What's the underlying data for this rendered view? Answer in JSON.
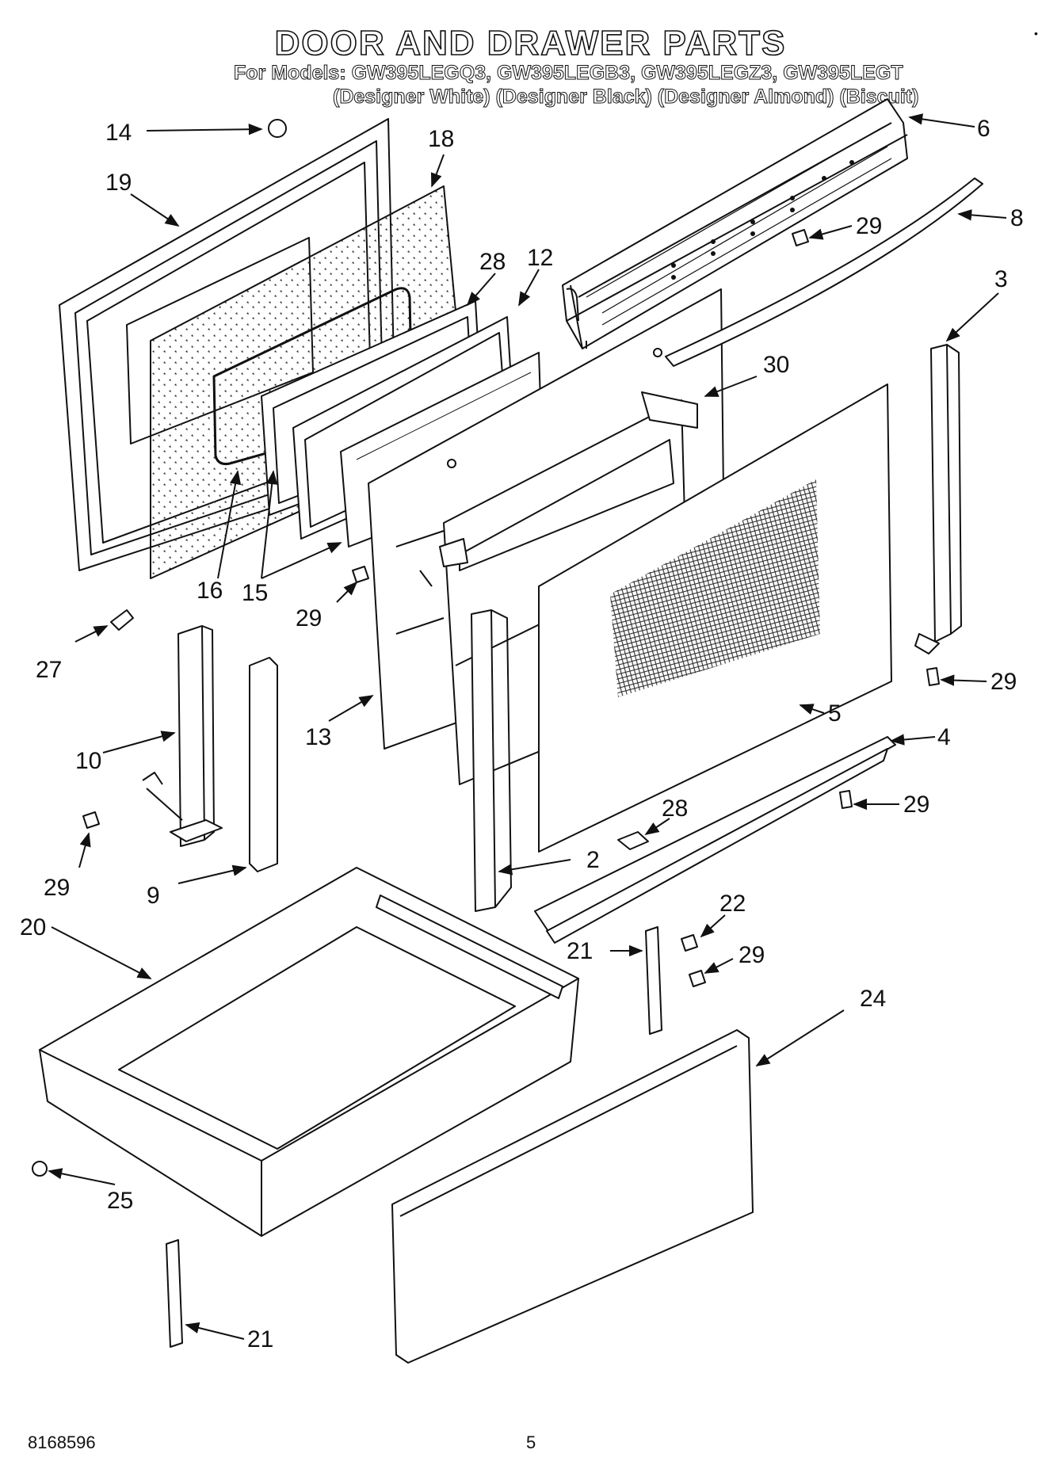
{
  "header": {
    "title": "DOOR AND DRAWER PARTS",
    "models_line": "For Models: GW395LEGQ3, GW395LEGB3, GW395LEGZ3, GW395LEGT",
    "colors_line": "(Designer White) (Designer Black) (Designer Almond) (Biscuit)"
  },
  "footer": {
    "doc_number": "8168596",
    "page_number": "5"
  },
  "callouts": {
    "c14": "14",
    "c18": "18",
    "c19": "19",
    "c6": "6",
    "c8": "8",
    "c29a": "29",
    "c28a": "28",
    "c12": "12",
    "c3": "3",
    "c30": "30",
    "c16": "16",
    "c15": "15",
    "c29b": "29",
    "c27": "27",
    "c29c": "29",
    "c10": "10",
    "c13": "13",
    "c5": "5",
    "c4": "4",
    "c29d": "29",
    "c28b": "28",
    "c29e": "29",
    "c9": "9",
    "c2": "2",
    "c20": "20",
    "c22": "22",
    "c21a": "21",
    "c29f": "29",
    "c24": "24",
    "c25": "25",
    "c21b": "21"
  }
}
